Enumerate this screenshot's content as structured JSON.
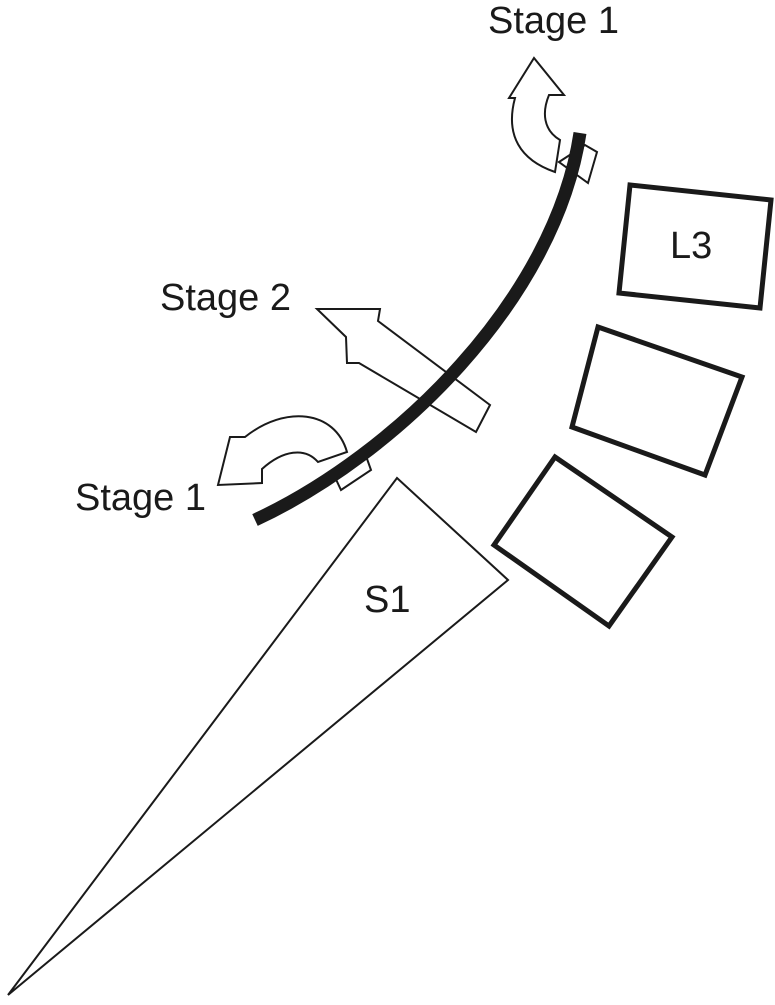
{
  "labels": {
    "stage1_top": "Stage 1",
    "stage2": "Stage 2",
    "stage1_bottom": "Stage 1",
    "l3": "L3",
    "s1": "S1"
  },
  "colors": {
    "line": "#1a1a1a",
    "background": "#ffffff"
  }
}
